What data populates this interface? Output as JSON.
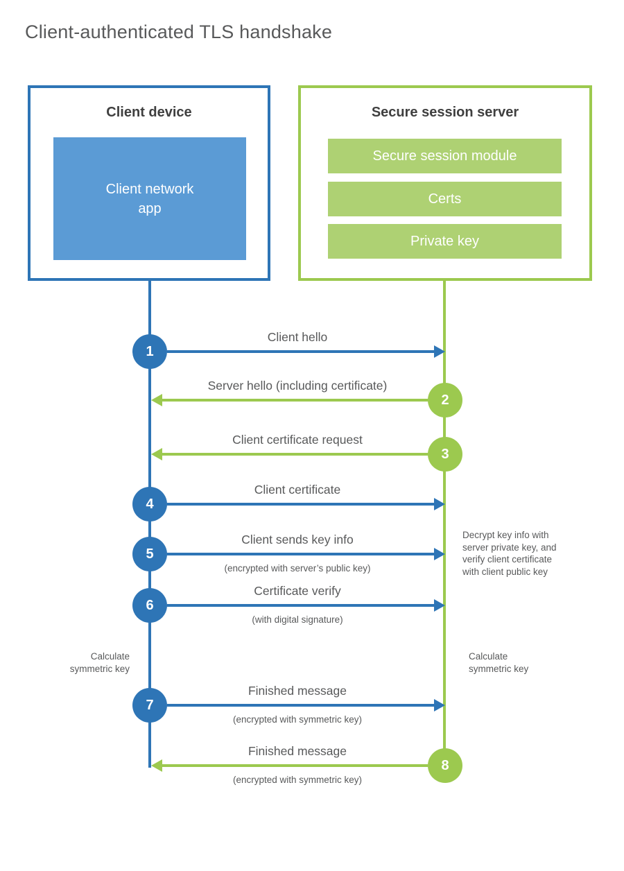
{
  "title": "Client-authenticated TLS handshake",
  "colors": {
    "blue": "#2e75b6",
    "blue-fill": "#5b9bd5",
    "green": "#9cc94f",
    "green-fill": "#aed173",
    "text": "#58595a",
    "heading": "#3f3f3f"
  },
  "client": {
    "title": "Client device",
    "app_label": "Client network\napp"
  },
  "server": {
    "title": "Secure session server",
    "modules": [
      "Secure session module",
      "Certs",
      "Private key"
    ]
  },
  "steps": [
    {
      "num": "1",
      "from": "client",
      "label": "Client hello",
      "sublabel": ""
    },
    {
      "num": "2",
      "from": "server",
      "label": "Server hello (including certificate)",
      "sublabel": ""
    },
    {
      "num": "3",
      "from": "server",
      "label": "Client certificate request",
      "sublabel": ""
    },
    {
      "num": "4",
      "from": "client",
      "label": "Client certificate",
      "sublabel": ""
    },
    {
      "num": "5",
      "from": "client",
      "label": "Client sends key info",
      "sublabel": "(encrypted with server’s public key)"
    },
    {
      "num": "6",
      "from": "client",
      "label": "Certificate verify",
      "sublabel": "(with digital signature)"
    },
    {
      "num": "7",
      "from": "client",
      "label": "Finished message",
      "sublabel": "(encrypted with symmetric key)"
    },
    {
      "num": "8",
      "from": "server",
      "label": "Finished message",
      "sublabel": "(encrypted with symmetric key)"
    }
  ],
  "notes": {
    "decrypt": "Decrypt key info with\nserver private key, and\nverify client certificate\nwith client public key",
    "calc_left": "Calculate\nsymmetric key",
    "calc_right": "Calculate\nsymmetric key"
  }
}
